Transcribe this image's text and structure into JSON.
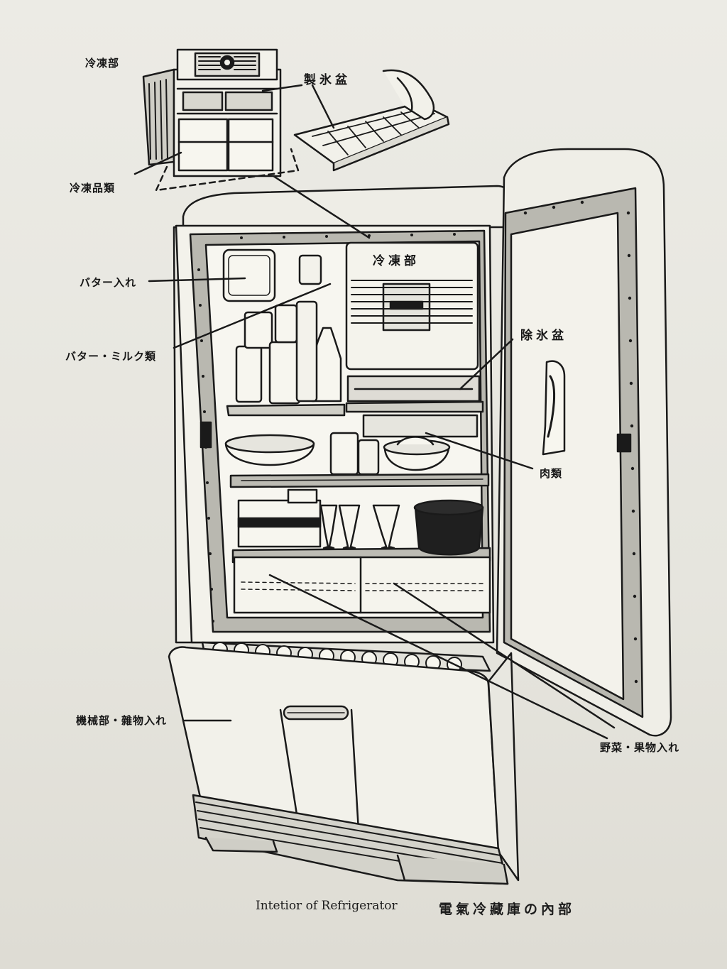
{
  "labels": {
    "freezer_top": "冷凍部",
    "ice_tray": "製氷盆",
    "frozen_foods": "冷凍品類",
    "freezer_inner": "冷凍部",
    "butter_case": "バター入れ",
    "butter_milk": "バター・ミルク類",
    "defrost_tray": "除氷盆",
    "meat": "肉類",
    "machine_storage": "機械部・雜物入れ",
    "vegetable_fruit": "野菜・果物入れ"
  },
  "caption": {
    "english": "Intetior of Refrigerator",
    "japanese": "電氣冷藏庫の內部"
  },
  "colors": {
    "paper": "#e8e7e0",
    "ink": "#1a1a1a"
  }
}
